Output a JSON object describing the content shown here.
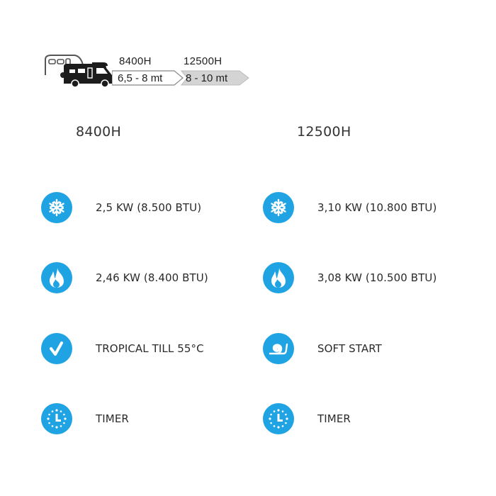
{
  "banner": {
    "models": [
      {
        "name": "8400H",
        "length": "6,5 - 8 mt"
      },
      {
        "name": "12500H",
        "length": "8 - 10 mt"
      }
    ],
    "icon": "caravan-camper-icon"
  },
  "columns": [
    {
      "title": "8400H",
      "features": [
        {
          "icon": "snowflake-icon",
          "text": "2,5 KW (8.500 BTU)"
        },
        {
          "icon": "flame-icon",
          "text": "2,46 KW (8.400 BTU)"
        },
        {
          "icon": "checkmark-icon",
          "text": "TROPICAL TILL 55°C"
        },
        {
          "icon": "clock-icon",
          "text": "TIMER"
        }
      ]
    },
    {
      "title": "12500H",
      "features": [
        {
          "icon": "snowflake-icon",
          "text": "3,10 KW (10.800 BTU)"
        },
        {
          "icon": "flame-icon",
          "text": "3,08 KW (10.500 BTU)"
        },
        {
          "icon": "snail-icon",
          "text": "SOFT START"
        },
        {
          "icon": "clock-icon",
          "text": "TIMER"
        }
      ]
    }
  ],
  "colors": {
    "accent": "#1fa3e3",
    "text": "#2a2a2a",
    "band_grey": "#d4d4d4"
  }
}
